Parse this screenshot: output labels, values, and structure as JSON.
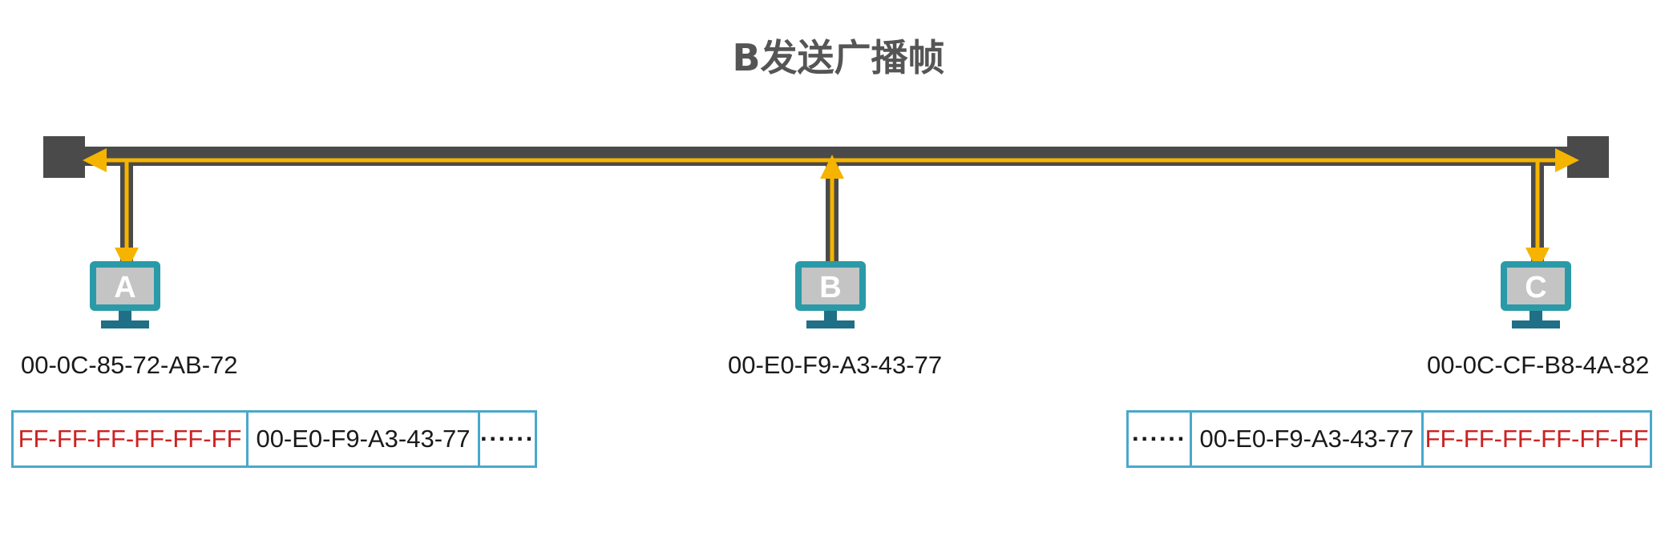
{
  "title": "B发送广播帧",
  "colors": {
    "bus": "#4a4a4a",
    "signal": "#f5b400",
    "monitor_frame": "#2a9aa8",
    "monitor_screen": "#c4c4c4",
    "stand": "#1f6f86",
    "frame_border": "#4aa8cc",
    "broadcast_text": "#cc2222"
  },
  "hosts": [
    {
      "id": "A",
      "label": "A",
      "mac": "00-0C-85-72-AB-72"
    },
    {
      "id": "B",
      "label": "B",
      "mac": "00-E0-F9-A3-43-77"
    },
    {
      "id": "C",
      "label": "C",
      "mac": "00-0C-CF-B8-4A-82"
    }
  ],
  "frame_left": {
    "dest": "FF-FF-FF-FF-FF-FF",
    "src": "00-E0-F9-A3-43-77",
    "rest": "······"
  },
  "frame_right": {
    "rest": "······",
    "src": "00-E0-F9-A3-43-77",
    "dest": "FF-FF-FF-FF-FF-FF"
  }
}
